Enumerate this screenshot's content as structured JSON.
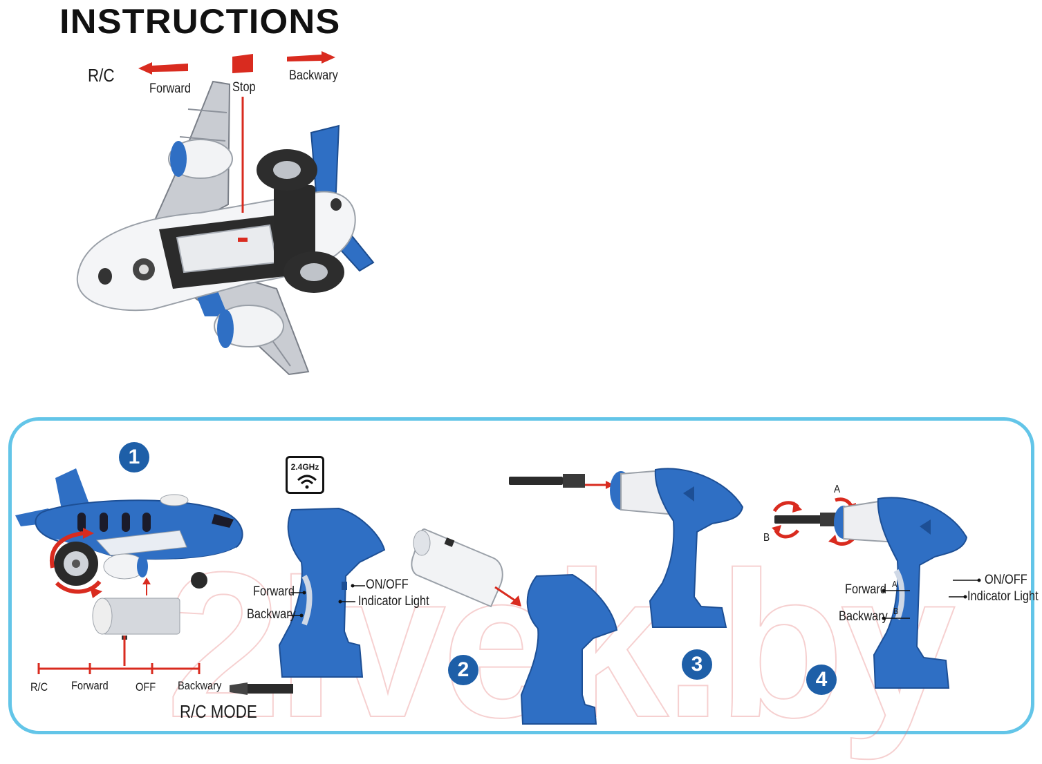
{
  "header": {
    "title": "INSTRUCTIONS"
  },
  "top_diagram": {
    "mode_label": "R/C",
    "forward_label": "Forward",
    "stop_label": "Stop",
    "backward_label": "Backwary"
  },
  "steps": {
    "step1": {
      "number": "1",
      "switch_labels": {
        "rc": "R/C",
        "forward": "Forward",
        "off": "OFF",
        "backward": "Backwary"
      },
      "mode_caption": "R/C MODE"
    },
    "remote": {
      "badge": "2.4GHz",
      "forward_label": "Forward",
      "backward_label": "Backwary",
      "onoff_label": "ON/OFF",
      "indicator_label": "Indicator Light"
    },
    "step2": {
      "number": "2"
    },
    "step3": {
      "number": "3"
    },
    "step4": {
      "number": "4",
      "rotation_a": "A",
      "rotation_b": "B",
      "forward_label": "Forward",
      "forward_key": "A",
      "backward_label": "Backwary",
      "backward_key": "B",
      "onoff_label": "ON/OFF",
      "indicator_label": "Indicator Light"
    }
  },
  "colors": {
    "accent_blue": "#2f6fc4",
    "step_circle": "#1e5fa8",
    "panel_border": "#63c5e8",
    "arrow_red": "#d92b1f"
  }
}
